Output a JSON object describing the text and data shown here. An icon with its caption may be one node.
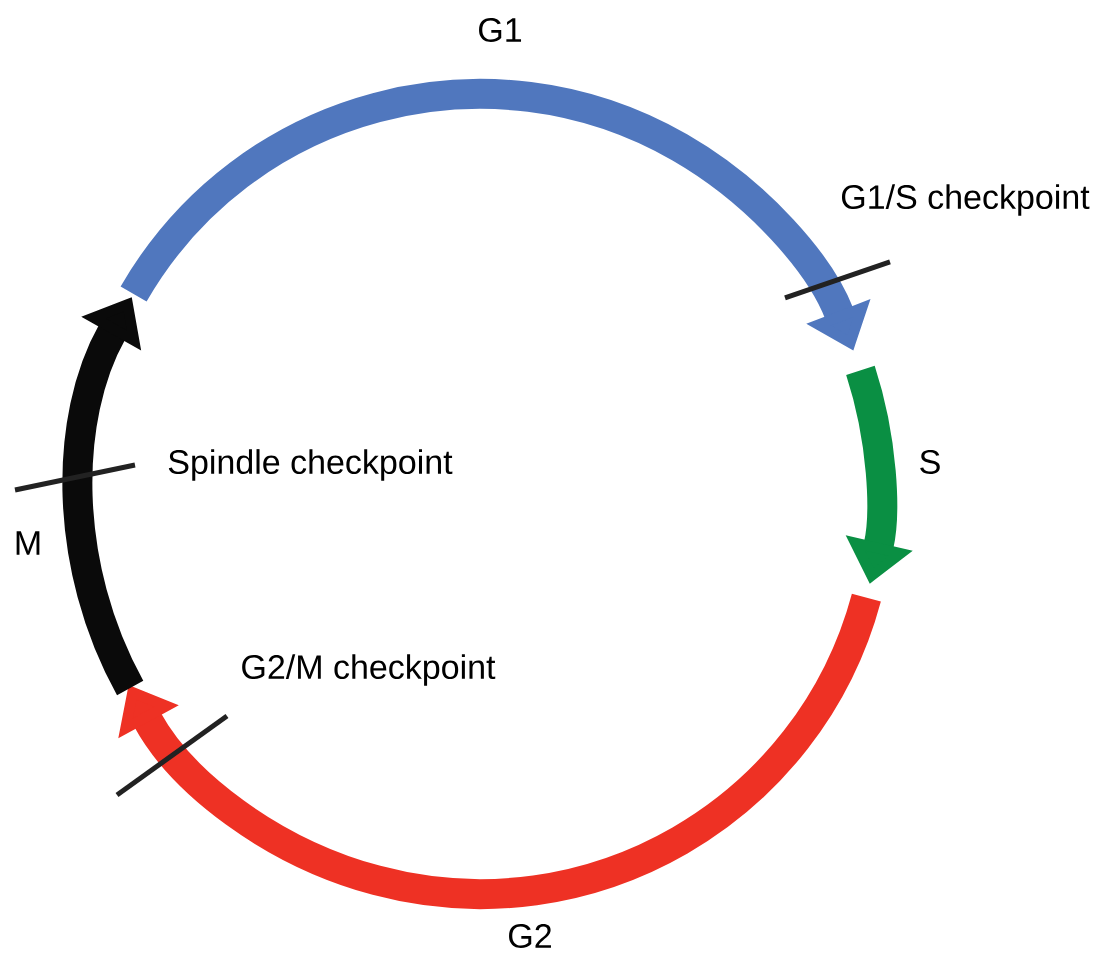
{
  "diagram": {
    "labels": [
      "G1",
      "G1/S checkpoint",
      "S",
      "Spindle checkpoint",
      "M",
      "G2/M checkpoint",
      "G2"
    ]
  }
}
